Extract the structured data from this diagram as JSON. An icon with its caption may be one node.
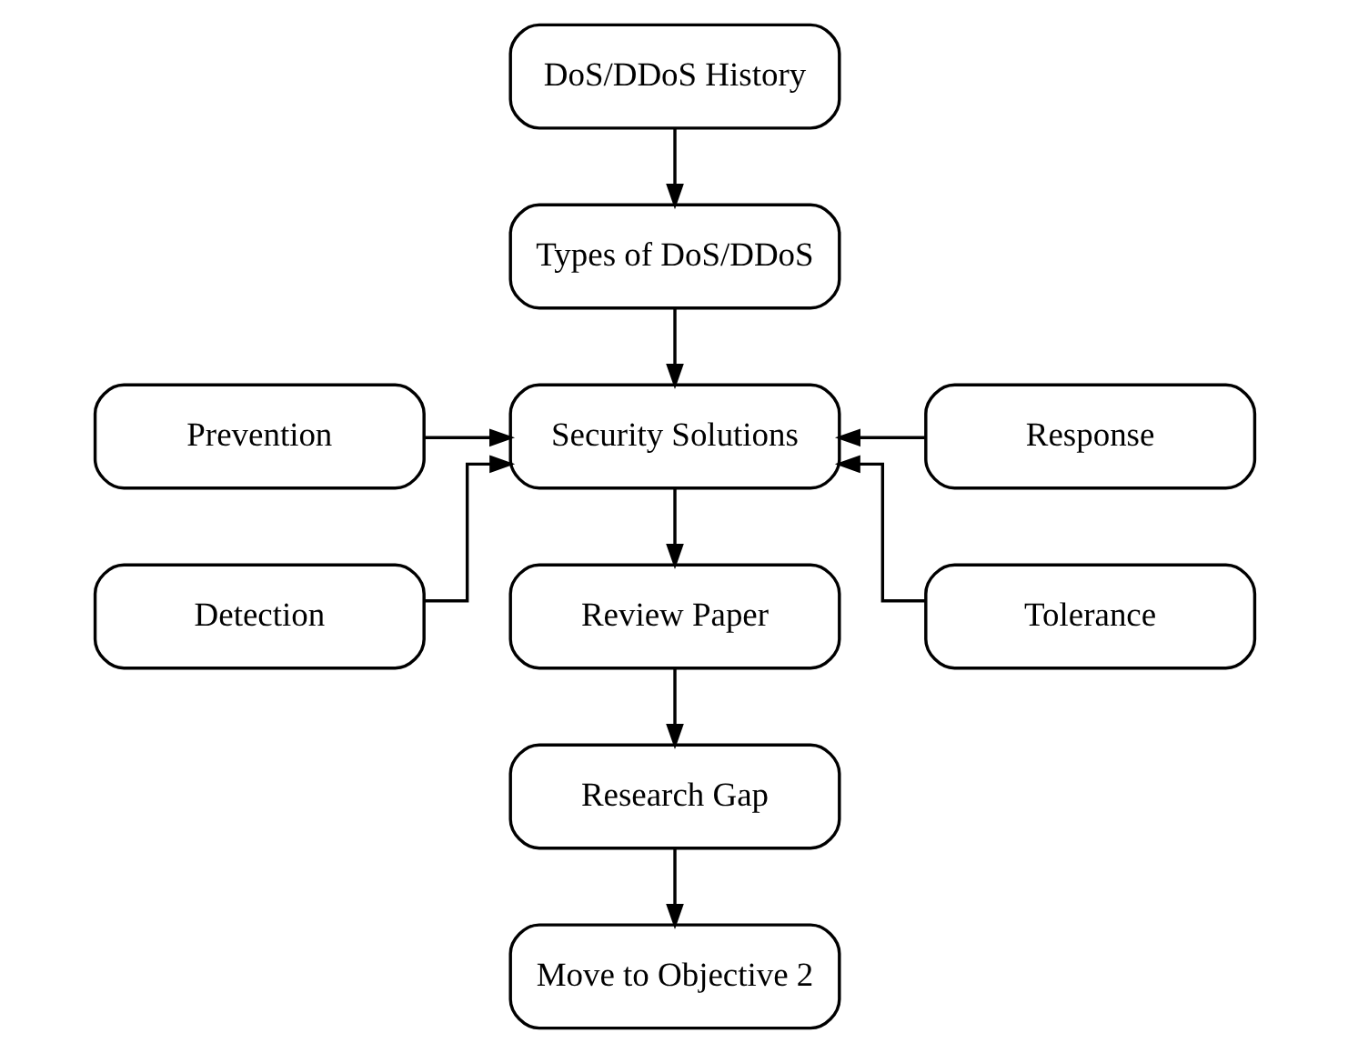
{
  "diagram": {
    "nodes": [
      {
        "text": [
          "DoS/DDoS History"
        ]
      },
      {
        "text": [
          "Types of DoS/DDoS"
        ]
      },
      {
        "text": [
          "Prevention"
        ]
      },
      {
        "text": [
          "Security Solutions"
        ]
      },
      {
        "text": [
          "Response"
        ]
      },
      {
        "text": [
          "Detection"
        ]
      },
      {
        "text": [
          "Tolerance"
        ]
      },
      {
        "text": [
          "Review Paper"
        ]
      },
      {
        "text": [
          "Research Gap"
        ]
      },
      {
        "text": [
          "Move to Objective 2"
        ]
      }
    ],
    "edges": [
      {
        "from": 0,
        "to": 1,
        "arrow": "to"
      },
      {
        "from": 1,
        "to": 3,
        "arrow": "to"
      },
      {
        "from": 2,
        "to": 3,
        "arrow": "to"
      },
      {
        "from": 4,
        "to": 3,
        "arrow": "to"
      },
      {
        "from": 5,
        "to": 3,
        "arrow": "to"
      },
      {
        "from": 6,
        "to": 3,
        "arrow": "to"
      },
      {
        "from": 3,
        "to": 7,
        "arrow": "to"
      },
      {
        "from": 7,
        "to": 8,
        "arrow": "to"
      },
      {
        "from": 8,
        "to": 9,
        "arrow": "to"
      }
    ]
  }
}
